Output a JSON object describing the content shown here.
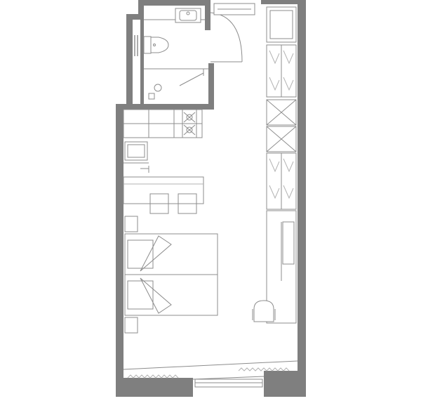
{
  "plan": {
    "rooms": [
      "bathroom",
      "entrance-hall",
      "kitchen",
      "dining",
      "sleeping-area",
      "work-corner"
    ],
    "colors": {
      "wall": "#7f7f7f",
      "line": "#8c8c8c",
      "background": "#ffffff"
    },
    "icons": [
      "toilet-icon",
      "washbasin-icon",
      "shower-icon",
      "cooktop-icon",
      "sink-icon",
      "wardrobe-icon",
      "bed-icon",
      "chair-icon",
      "window-icon",
      "door-icon"
    ]
  }
}
